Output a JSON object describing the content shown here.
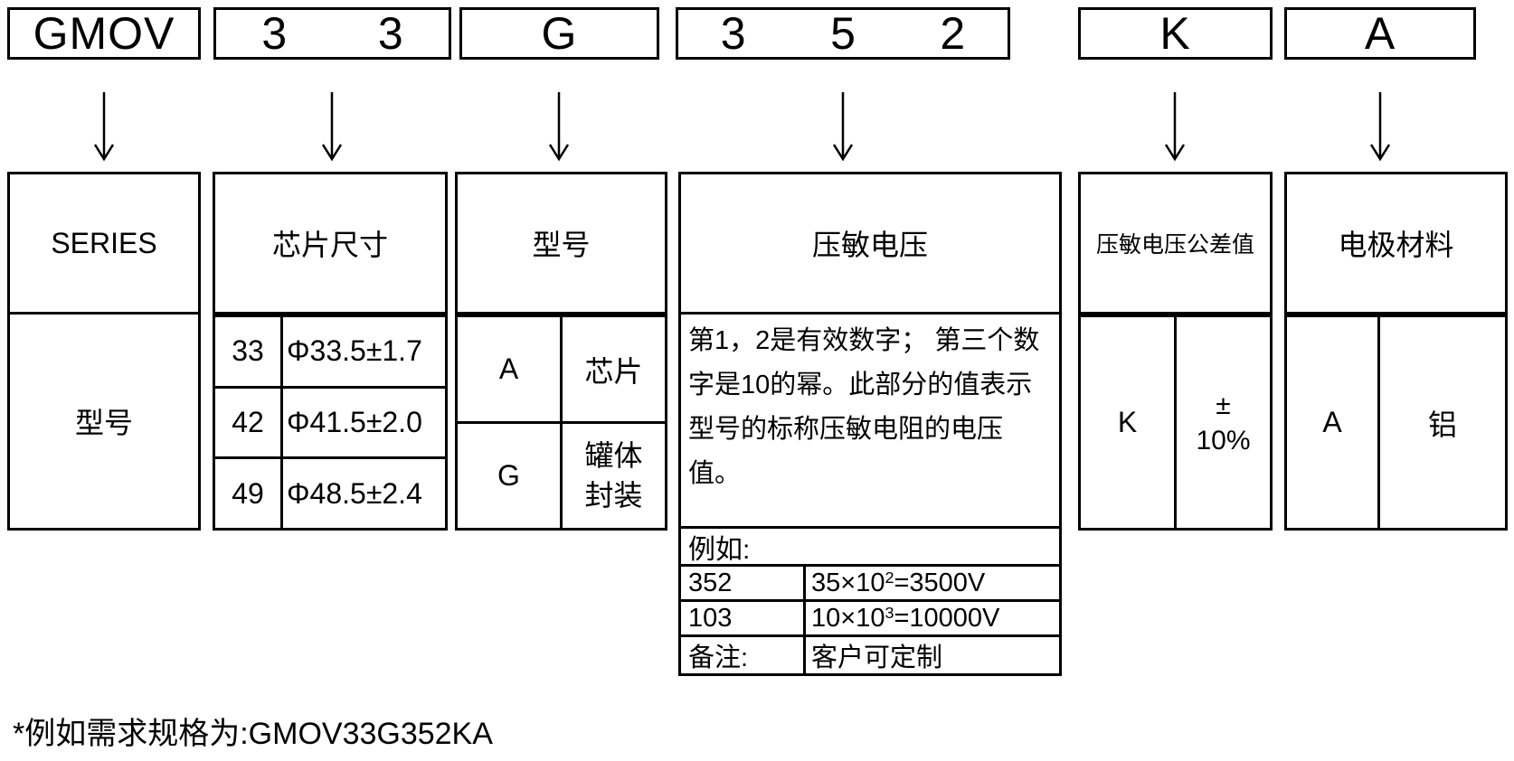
{
  "columns": [
    {
      "code": "GMOV",
      "header": "SERIES",
      "body": "型号"
    },
    {
      "code": "33",
      "header": "芯片尺寸",
      "rows": [
        {
          "key": "33",
          "value": "Φ33.5±1.7"
        },
        {
          "key": "42",
          "value": "Φ41.5±2.0"
        },
        {
          "key": "49",
          "value": "Φ48.5±2.4"
        }
      ]
    },
    {
      "code": "G",
      "header": "型号",
      "rows": [
        {
          "key": "A",
          "value": "芯片"
        },
        {
          "key": "G",
          "value": "罐体封装"
        }
      ]
    },
    {
      "code": "352",
      "header": "压敏电压",
      "description": "第1，2是有效数字； 第三个数字是10的幂。此部分的值表示型号的标称压敏电阻的电压值。",
      "example_label": "例如:",
      "examples": [
        {
          "key": "352",
          "base": "35×10",
          "sup": "2",
          "rest": "=3500V"
        },
        {
          "key": "103",
          "base": "10×10",
          "sup": "3",
          "rest": "=10000V"
        }
      ],
      "remark": {
        "key": "备注:",
        "value": "客户可定制"
      }
    },
    {
      "code": "K",
      "header": "压敏电压公差值",
      "rows": [
        {
          "key": "K",
          "value_line1": "±",
          "value_line2": "10%"
        }
      ]
    },
    {
      "code": "A",
      "header": "电极材料",
      "rows": [
        {
          "key": "A",
          "value": "铝"
        }
      ]
    }
  ],
  "footnote": "*例如需求规格为:GMOV33G352KA"
}
